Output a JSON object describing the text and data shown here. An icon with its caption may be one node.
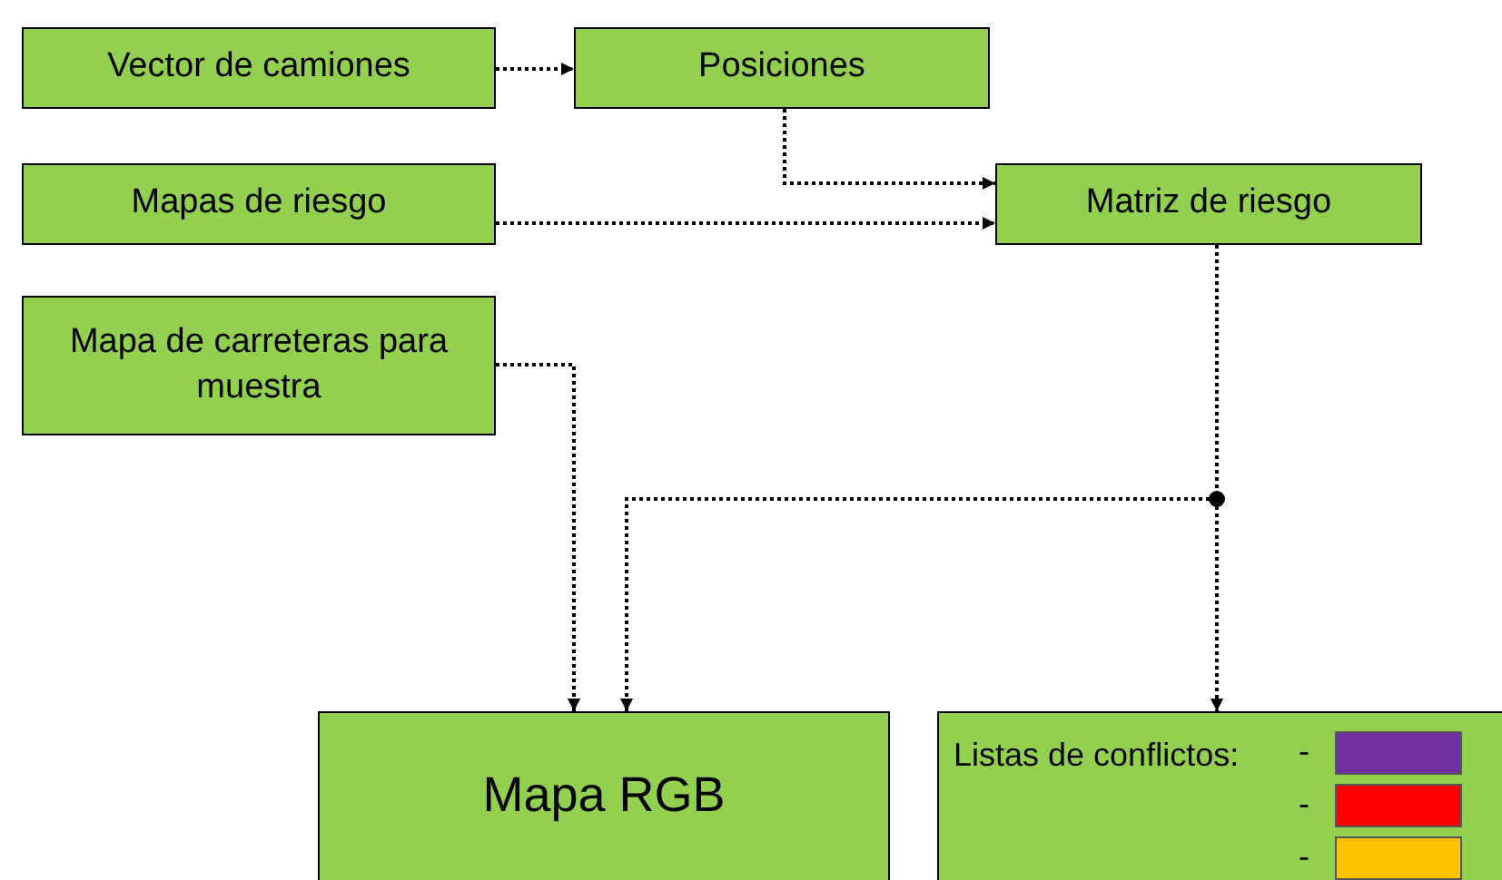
{
  "diagram": {
    "nodes": [
      {
        "text": [
          "Vector de camiones"
        ]
      },
      {
        "text": [
          "Posiciones"
        ]
      },
      {
        "text": [
          "Mapas de riesgo"
        ]
      },
      {
        "text": [
          "Matriz de riesgo"
        ]
      },
      {
        "text": [
          "Mapa de carreteras para muestra"
        ]
      },
      {
        "text": [
          "Mapa RGB"
        ]
      },
      {
        "text": [
          "Listas de conflictos:"
        ]
      }
    ],
    "edges": [
      {
        "from": 0,
        "to": 1,
        "arrow": "to"
      },
      {
        "from": 1,
        "to": 3,
        "arrow": "to"
      },
      {
        "from": 2,
        "to": 3,
        "arrow": "to"
      },
      {
        "from": 4,
        "to": 5,
        "arrow": "to"
      },
      {
        "from": 3,
        "to": 6,
        "arrow": "to"
      },
      {
        "from": 3,
        "to": 5,
        "arrow": "to"
      }
    ],
    "legend": [
      {
        "text": "-",
        "color": "#7030a0"
      },
      {
        "text": "-",
        "color": "#ff0000"
      },
      {
        "text": "-",
        "color": "#ffc000"
      }
    ]
  }
}
